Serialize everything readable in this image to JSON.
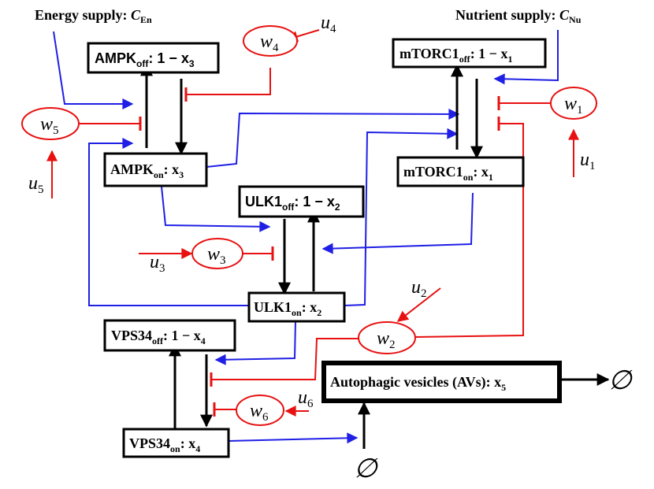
{
  "colors": {
    "activation": "#1f1fe6",
    "inhibition": "#e81010",
    "transition": "#000000"
  },
  "header": {
    "energy_supply": "Energy supply: ",
    "energy_symbol": "C",
    "energy_sub": "En",
    "nutrient_supply": "Nutrient supply: ",
    "nutrient_symbol": "C",
    "nutrient_sub": "Nu"
  },
  "nodes": {
    "ampk_off": {
      "name": "AMPK",
      "sub": "off",
      "state": ": 1 − x",
      "idx": "3"
    },
    "ampk_on": {
      "name": "AMPK",
      "sub": "on",
      "state": ": x",
      "idx": "3"
    },
    "mtorc1_off": {
      "name": "mTORC1",
      "sub": "off",
      "state": ": 1 − x",
      "idx": "1"
    },
    "mtorc1_on": {
      "name": "mTORC1",
      "sub": "on",
      "state": ": x",
      "idx": "1"
    },
    "ulk1_off": {
      "name": "ULK1",
      "sub": "off",
      "state": ": 1 − x",
      "idx": "2"
    },
    "ulk1_on": {
      "name": "ULK1",
      "sub": "on",
      "state": ": x",
      "idx": "2"
    },
    "vps34_off": {
      "name": "VPS34",
      "sub": "off",
      "state": ": 1 − x",
      "idx": "4"
    },
    "vps34_on": {
      "name": "VPS34",
      "sub": "on",
      "state": ": x",
      "idx": "4"
    },
    "avs": {
      "name": "Autophagic vesicles (AVs): x",
      "idx": "5"
    }
  },
  "controls": {
    "w1": {
      "sym": "w",
      "idx": "1"
    },
    "w2": {
      "sym": "w",
      "idx": "2"
    },
    "w3": {
      "sym": "w",
      "idx": "3"
    },
    "w4": {
      "sym": "w",
      "idx": "4"
    },
    "w5": {
      "sym": "w",
      "idx": "5"
    },
    "w6": {
      "sym": "w",
      "idx": "6"
    },
    "u1": {
      "sym": "u",
      "idx": "1"
    },
    "u2": {
      "sym": "u",
      "idx": "2"
    },
    "u3": {
      "sym": "u",
      "idx": "3"
    },
    "u4": {
      "sym": "u",
      "idx": "4"
    },
    "u5": {
      "sym": "u",
      "idx": "5"
    },
    "u6": {
      "sym": "u",
      "idx": "6"
    }
  },
  "empty_set": "∅"
}
